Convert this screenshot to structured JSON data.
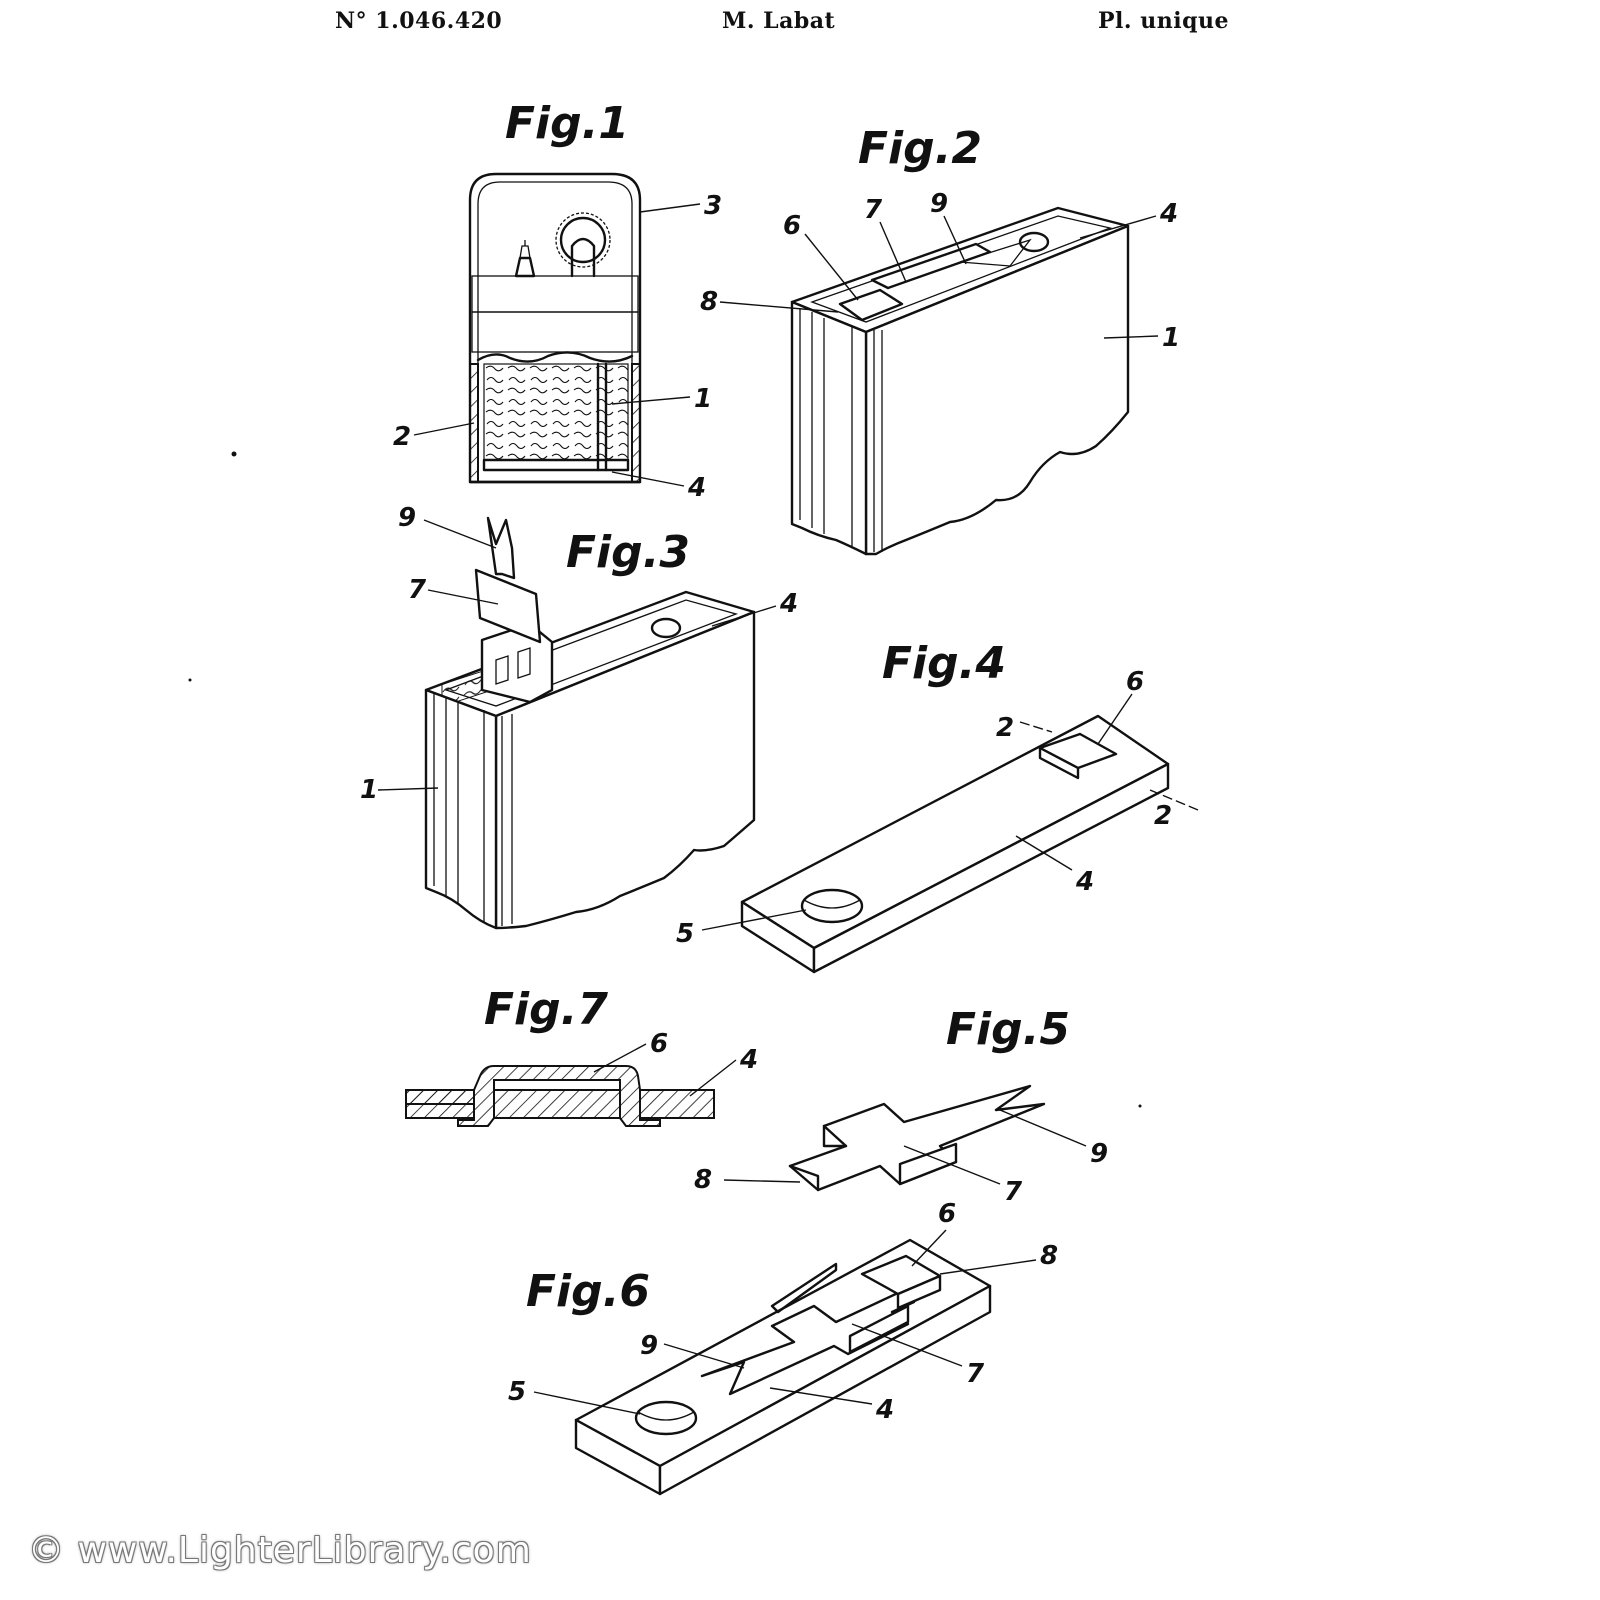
{
  "header": {
    "patent_number": "N° 1.046.420",
    "inventor": "M. Labat",
    "plate": "Pl. unique"
  },
  "figures": {
    "fig1": "Fig.1",
    "fig2": "Fig.2",
    "fig3": "Fig.3",
    "fig4": "Fig.4",
    "fig5": "Fig.5",
    "fig6": "Fig.6",
    "fig7": "Fig.7"
  },
  "refs": {
    "r1": "1",
    "r2": "2",
    "r3": "3",
    "r4": "4",
    "r5": "5",
    "r6": "6",
    "r7": "7",
    "r8": "8",
    "r9": "9"
  },
  "section_mark": "2",
  "watermark": "© www.LighterLibrary.com"
}
